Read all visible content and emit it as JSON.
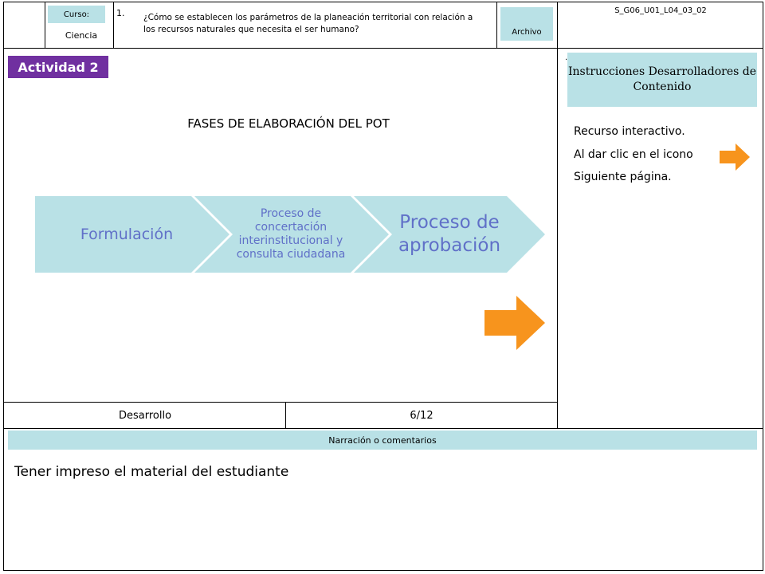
{
  "header": {
    "curso_label": "Curso:",
    "curso_value": "Ciencia",
    "question_number": "1.",
    "question": "¿Cómo se establecen los parámetros de la planeación territorial con relación a los recursos naturales que necesita el ser humano?",
    "archivo_label": "Archivo",
    "code": "S_G06_U01_L04_03_02"
  },
  "slide": {
    "activity_badge": "Actividad 2",
    "title": "FASES DE ELABORACIÓN DEL POT",
    "phases": [
      "Formulación",
      "Proceso de concertación interinstitucional y consulta ciudadana",
      "Proceso de aprobación"
    ]
  },
  "instructions": {
    "heading": "Instrucciones Desarrolladores de Contenido",
    "lines": [
      "Recurso interactivo.",
      "Al dar clic en el icono",
      "Siguiente página."
    ]
  },
  "footer": {
    "section": "Desarrollo",
    "page": "6/12"
  },
  "narration": {
    "label": "Narración o comentarios",
    "text": "Tener impreso el material del estudiante"
  },
  "colors": {
    "badge": "#7030a0",
    "panel": "#b9e1e6",
    "phase_text": "#6070c8",
    "arrow": "#f7941d"
  }
}
